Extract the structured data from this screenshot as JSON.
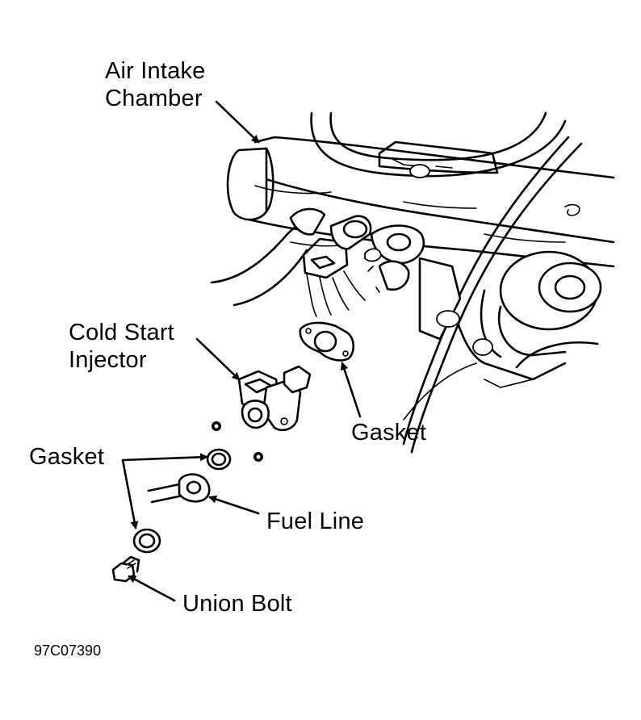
{
  "labels": {
    "air_intake_line1": "Air Intake",
    "air_intake_line2": "Chamber",
    "cold_start_line1": "Cold Start",
    "cold_start_line2": "Injector",
    "gasket_right": "Gasket",
    "gasket_left": "Gasket",
    "fuel_line": "Fuel Line",
    "union_bolt": "Union Bolt"
  },
  "figure_code": "97C07390"
}
